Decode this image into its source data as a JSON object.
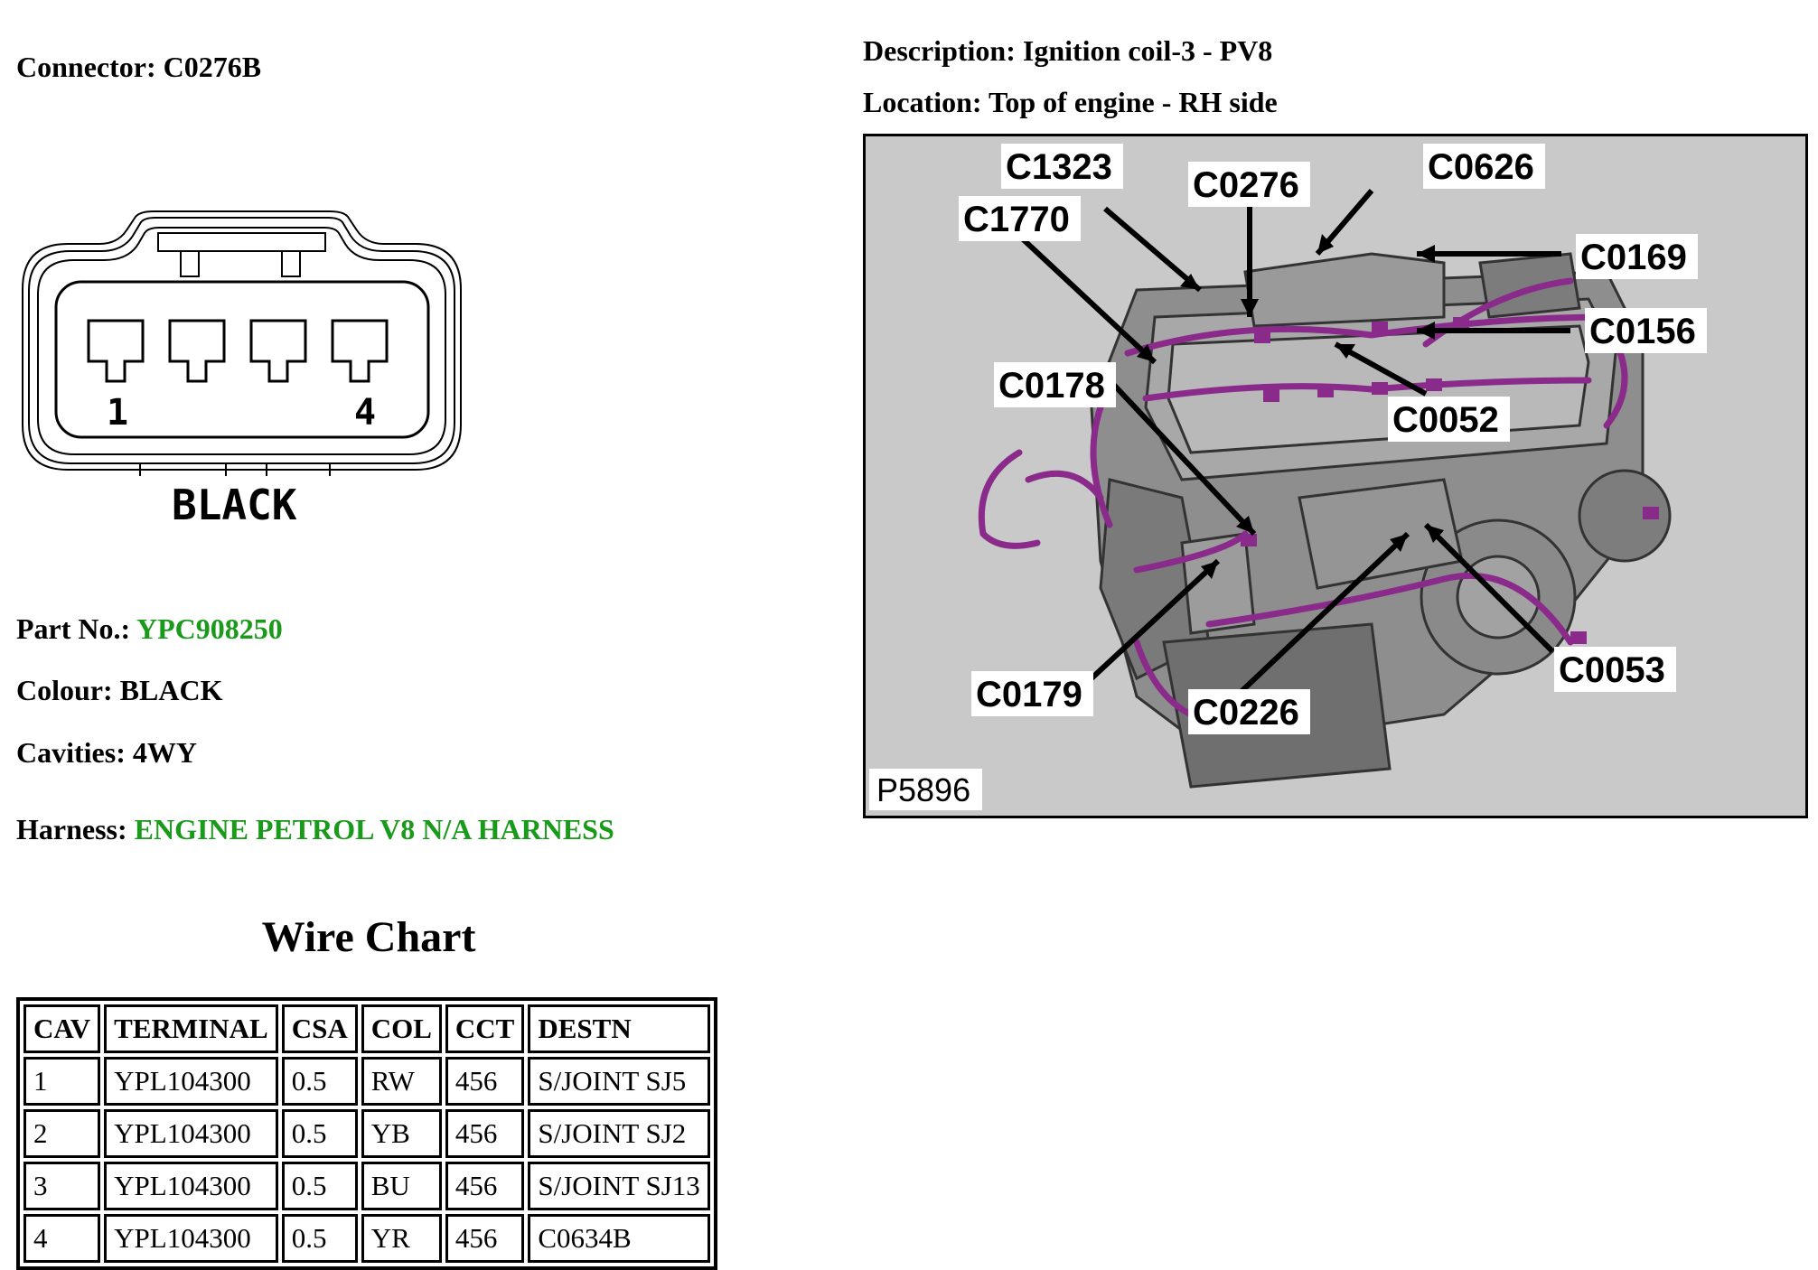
{
  "connector": {
    "label": "Connector:",
    "value": "C0276B"
  },
  "description": {
    "label": "Description:",
    "value": "Ignition coil-3 - PV8"
  },
  "location": {
    "label": "Location:",
    "value": "Top of engine - RH side"
  },
  "diagram": {
    "pin_first": "1",
    "pin_last": "4",
    "colour_label": "BLACK"
  },
  "part_no": {
    "label": "Part No.:",
    "value": "YPC908250"
  },
  "colour": {
    "label": "Colour:",
    "value": "BLACK"
  },
  "cavities": {
    "label": "Cavities:",
    "value": "4WY"
  },
  "harness": {
    "label": "Harness:",
    "value": "ENGINE PETROL V8 N/A HARNESS"
  },
  "colors": {
    "link_green": "#1a9a1a",
    "harness_purple": "#8a2a8a",
    "image_bg": "#c9c9c9"
  },
  "wire_chart": {
    "title": "Wire Chart",
    "headers": [
      "CAV",
      "TERMINAL",
      "CSA",
      "COL",
      "CCT",
      "DESTN"
    ],
    "rows": [
      [
        "1",
        "YPL104300",
        "0.5",
        "RW",
        "456",
        "S/JOINT SJ5"
      ],
      [
        "2",
        "YPL104300",
        "0.5",
        "YB",
        "456",
        "S/JOINT SJ2"
      ],
      [
        "3",
        "YPL104300",
        "0.5",
        "BU",
        "456",
        "S/JOINT SJ13"
      ],
      [
        "4",
        "YPL104300",
        "0.5",
        "YR",
        "456",
        "C0634B"
      ]
    ]
  },
  "engine_image": {
    "callouts": [
      "C1323",
      "C0276",
      "C0626",
      "C1770",
      "C0169",
      "C0156",
      "C0178",
      "C0052",
      "C0179",
      "C0226",
      "C0053"
    ],
    "figure_id": "P5896"
  }
}
